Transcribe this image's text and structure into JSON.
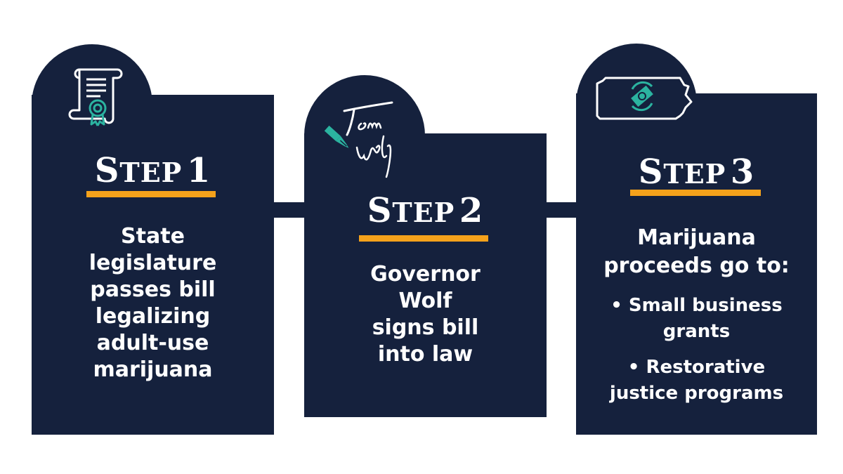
{
  "colors": {
    "background": "#ffffff",
    "card": "#15213d",
    "accent": "#f5a21b",
    "icon_teal": "#2bb3a0",
    "icon_white": "#ffffff"
  },
  "steps": [
    {
      "title_initial": "S",
      "title_rest": "TEP",
      "number": "1",
      "icon": "certificate-document-icon",
      "lines": [
        "State",
        "legislature",
        "passes bill",
        "legalizing",
        "adult-use",
        "marijuana"
      ]
    },
    {
      "title_initial": "S",
      "title_rest": "TEP",
      "number": "2",
      "icon": "signature-fountain-pen-icon",
      "signature": "Tom Wolf",
      "lines": [
        "Governor",
        "Wolf",
        "signs bill",
        "into law"
      ]
    },
    {
      "title_initial": "S",
      "title_rest": "TEP",
      "number": "3",
      "icon": "pennsylvania-money-icon",
      "lines": [
        "Marijuana",
        "proceeds go to:"
      ],
      "bullets": [
        {
          "line1": "• Small business",
          "line2": "grants"
        },
        {
          "line1": "• Restorative",
          "line2": "justice programs"
        }
      ]
    }
  ]
}
